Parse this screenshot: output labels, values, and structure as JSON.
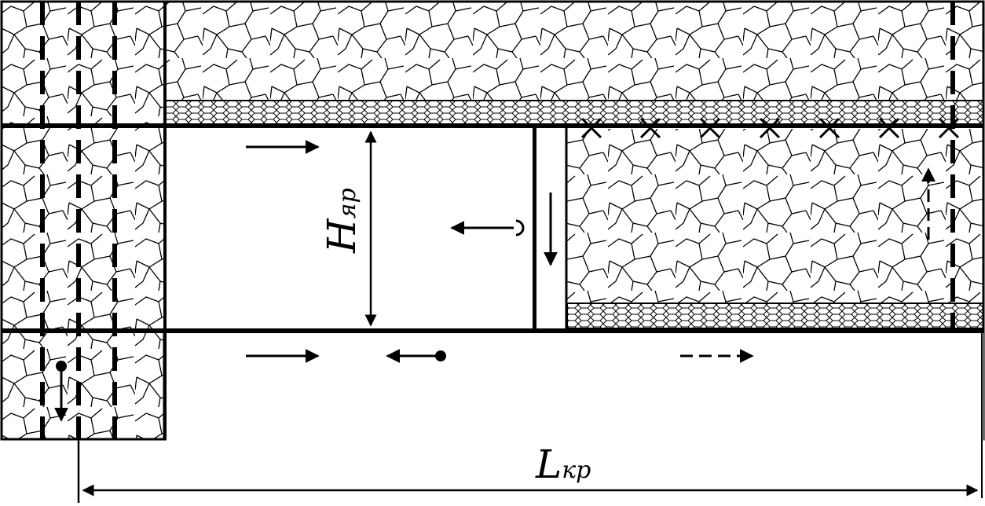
{
  "labels": {
    "height": {
      "main": "H",
      "sub": "яр"
    },
    "length": {
      "main": "L",
      "sub": "кр"
    }
  },
  "colors": {
    "ink": "#000000",
    "paper": "#ffffff"
  },
  "symbols": {
    "roof_support_marks": "cross-mark",
    "hatching": "rock-hatch",
    "seam_texture": "coal-seam-hatch"
  }
}
